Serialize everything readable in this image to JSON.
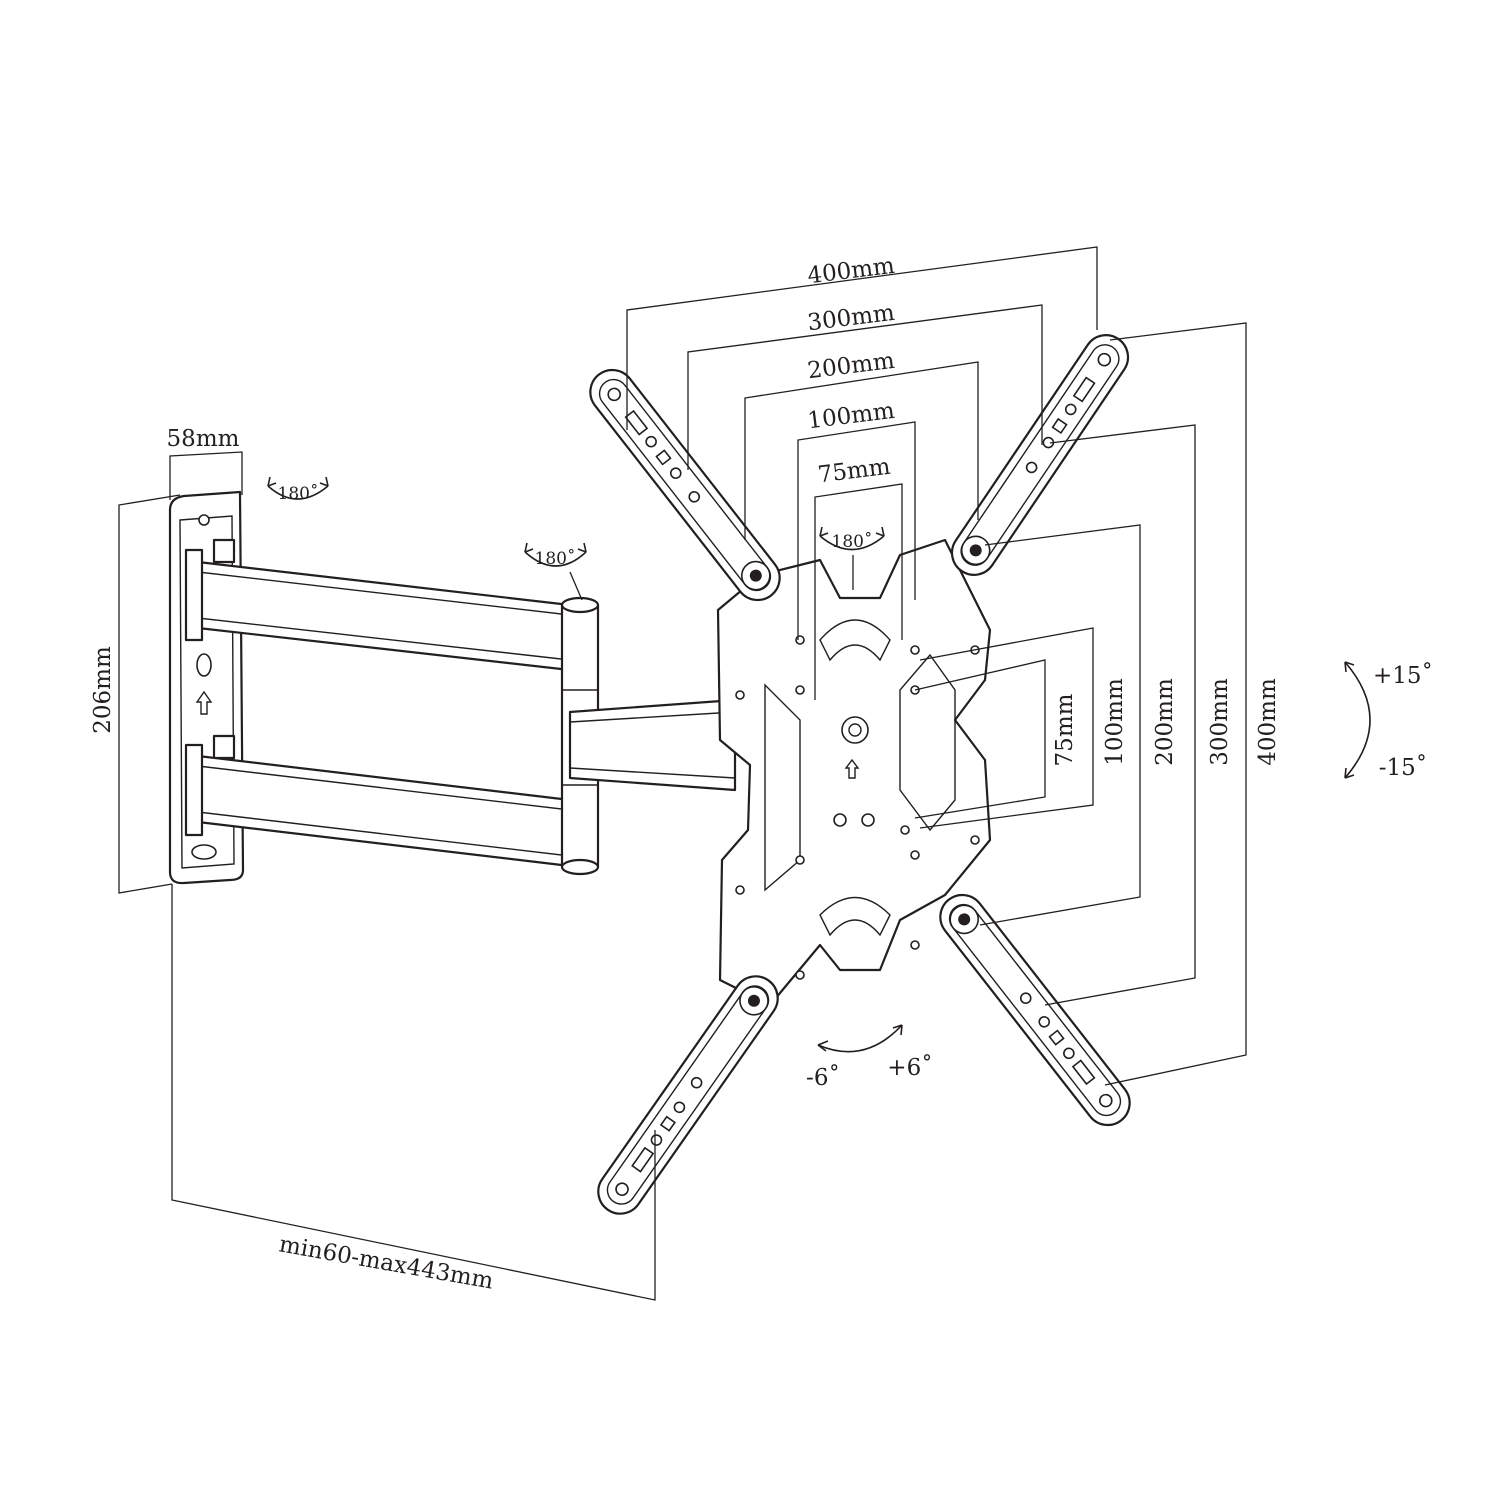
{
  "labels": {
    "h400": "400mm",
    "h300": "300mm",
    "h200": "200mm",
    "h100": "100mm",
    "h75": "75mm",
    "v400": "400mm",
    "v300": "300mm",
    "v200": "200mm",
    "v100": "100mm",
    "v75": "75mm",
    "plate_width": "58mm",
    "plate_height": "206mm",
    "extension": "min60-max443mm",
    "rot_wall": "180˚",
    "rot_arm": "180˚",
    "rot_plate": "180˚",
    "tilt_up": "+15˚",
    "tilt_down": "-15˚",
    "level_left": "-6˚",
    "level_right": "+6˚"
  }
}
